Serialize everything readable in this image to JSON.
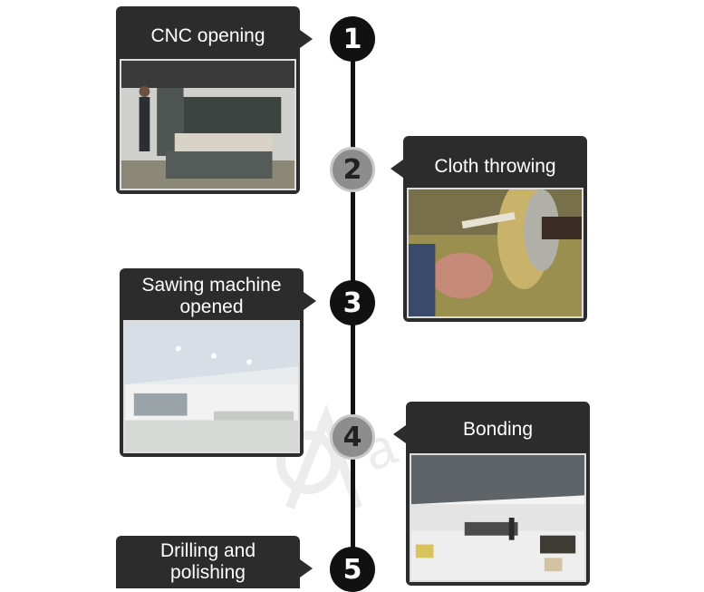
{
  "steps": [
    {
      "number": "1",
      "label": "CNC opening"
    },
    {
      "number": "2",
      "label": "Cloth throwing"
    },
    {
      "number": "3",
      "label": "Sawing machine opened"
    },
    {
      "number": "4",
      "label": "Bonding"
    },
    {
      "number": "5",
      "label": "Drilling and polishing"
    }
  ],
  "colors": {
    "card": "#2c2c2c",
    "marker_dark": "#111111",
    "marker_light": "#8d8d8d"
  }
}
